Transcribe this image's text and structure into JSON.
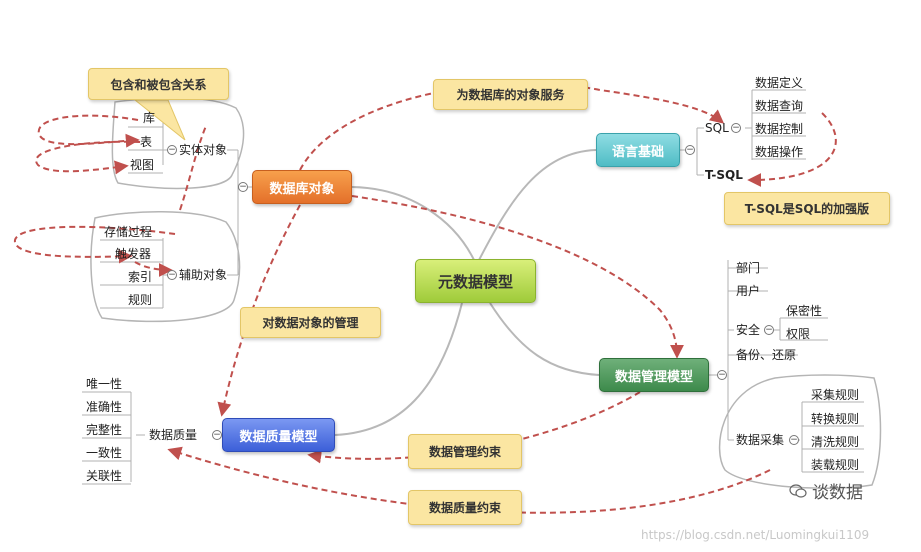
{
  "central": "元数据模型",
  "db_objects": {
    "title": "数据库对象",
    "entity": {
      "label": "实体对象",
      "items": [
        "库",
        "表",
        "视图"
      ]
    },
    "aux": {
      "label": "辅助对象",
      "items": [
        "存储过程",
        "触发器",
        "索引",
        "规则"
      ]
    }
  },
  "language": {
    "title": "语言基础",
    "sql": {
      "label": "SQL",
      "items": [
        "数据定义",
        "数据查询",
        "数据控制",
        "数据操作"
      ]
    },
    "tsql": "T-SQL"
  },
  "management": {
    "title": "数据管理模型",
    "items": [
      "部门",
      "用户"
    ],
    "security": {
      "label": "安全",
      "items": [
        "保密性",
        "权限"
      ]
    },
    "backup": "备份、还原",
    "collection": {
      "label": "数据采集",
      "items": [
        "采集规则",
        "转换规则",
        "清洗规则",
        "装载规则"
      ]
    }
  },
  "quality": {
    "title": "数据质量模型",
    "node": {
      "label": "数据质量",
      "items": [
        "唯一性",
        "准确性",
        "完整性",
        "一致性",
        "关联性"
      ]
    }
  },
  "notes": {
    "contain": "包含和被包含关系",
    "serve": "为数据库的对象服务",
    "manage_objects": "对数据对象的管理",
    "tsql_enhanced": "T-SQL是SQL的加强版",
    "mgmt_constraint": "数据管理约束",
    "quality_constraint": "数据质量约束"
  },
  "watermark": {
    "brand": "谈数据",
    "url": "https://blog.csdn.net/Luomingkui1109"
  },
  "colors": {
    "relation_arrow": "#c0504d",
    "branch_line": "#b5b5b5"
  }
}
